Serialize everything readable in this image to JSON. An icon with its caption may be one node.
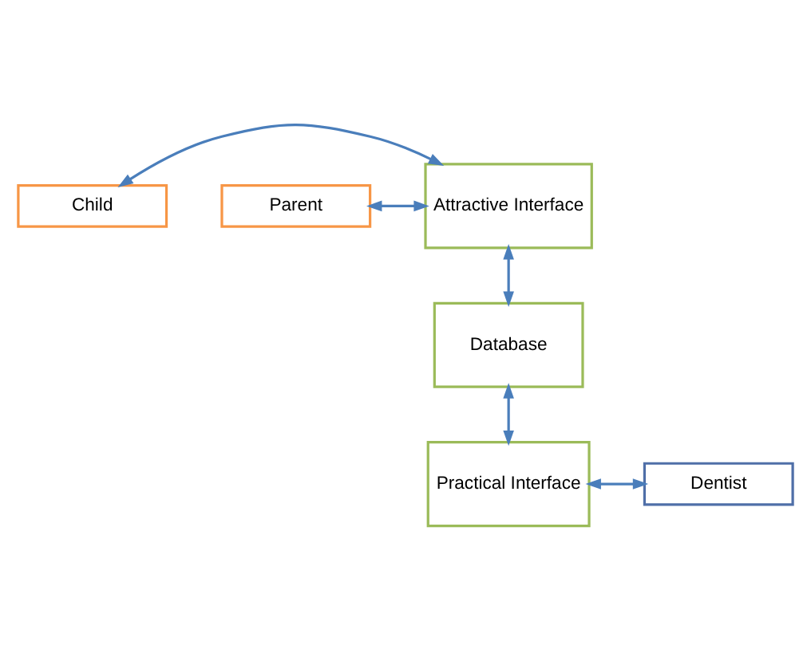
{
  "diagram": {
    "nodes": [
      {
        "text": [
          "Child"
        ]
      },
      {
        "text": [
          "Parent"
        ]
      },
      {
        "text": [
          "Attractive Interface"
        ]
      },
      {
        "text": [
          "Database"
        ]
      },
      {
        "text": [
          "Practical Interface"
        ]
      },
      {
        "text": [
          "Dentist"
        ]
      }
    ],
    "edges": [
      {
        "from": 0,
        "to": 2,
        "arrow": "both"
      },
      {
        "from": 1,
        "to": 2,
        "arrow": "both"
      },
      {
        "from": 2,
        "to": 3,
        "arrow": "both"
      },
      {
        "from": 3,
        "to": 4,
        "arrow": "both"
      },
      {
        "from": 4,
        "to": 5,
        "arrow": "both"
      }
    ]
  }
}
